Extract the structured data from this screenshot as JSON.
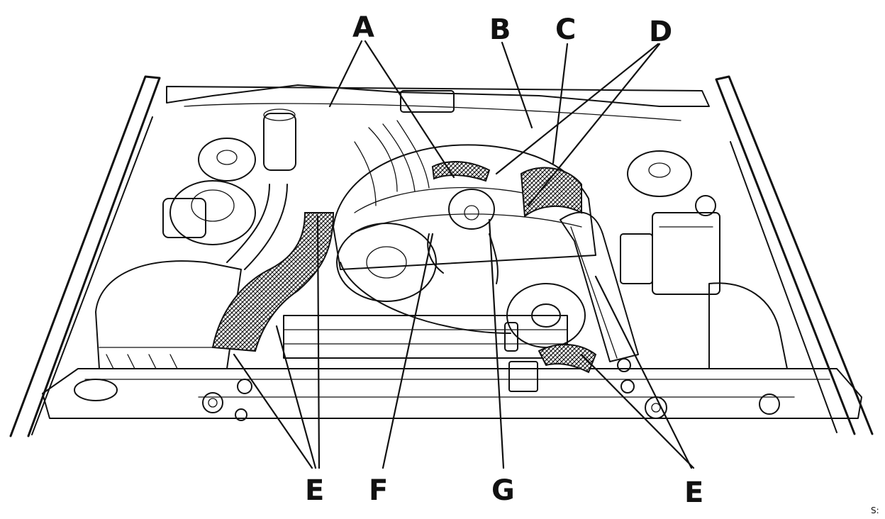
{
  "callouts": {
    "A": "A",
    "B": "B",
    "C": "C",
    "D": "D",
    "E_left": "E",
    "F": "F",
    "G": "G",
    "E_right": "E"
  },
  "corner_code": "S:"
}
